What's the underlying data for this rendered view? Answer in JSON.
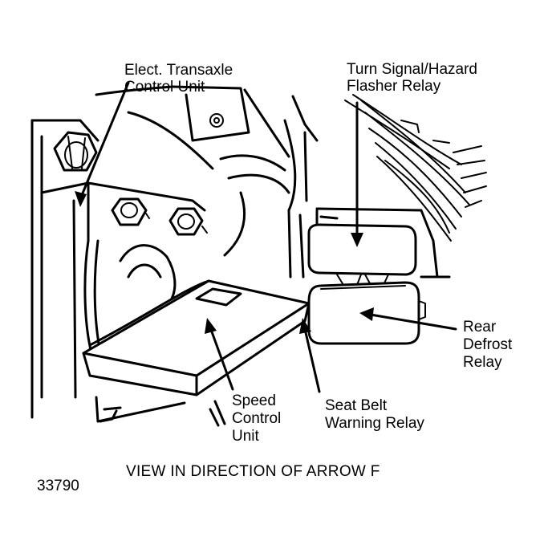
{
  "labels": {
    "etcu_line1": "Elect. Transaxle",
    "etcu_line2": "Control Unit",
    "turn_line1": "Turn Signal/Hazard",
    "turn_line2": "Flasher Relay",
    "rear_line1": "Rear",
    "rear_line2": "Defrost",
    "rear_line3": "Relay",
    "speed_line1": "Speed",
    "speed_line2": "Control",
    "speed_line3": "Unit",
    "seat_line1": "Seat Belt",
    "seat_line2": "Warning Relay"
  },
  "caption": "VIEW IN DIRECTION OF ARROW F",
  "figure_number": "33790"
}
